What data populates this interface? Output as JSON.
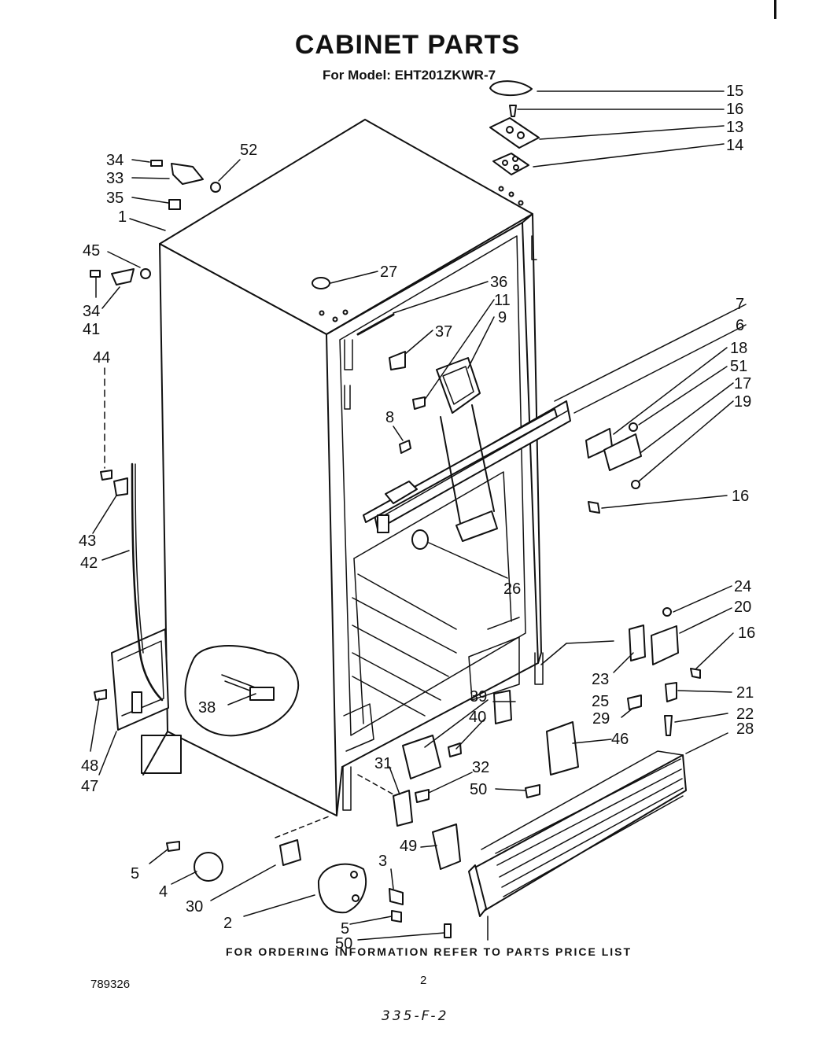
{
  "header": {
    "title": "CABINET PARTS",
    "model": "For Model: EHT201ZKWR-7"
  },
  "footer": {
    "ordering_note": "FOR ORDERING INFORMATION REFER TO PARTS PRICE LIST",
    "doc_number": "789326",
    "page_number": "2",
    "handwritten_ref": "335-F-2"
  },
  "callouts": [
    {
      "id": "c15",
      "label": "15"
    },
    {
      "id": "c16a",
      "label": "16"
    },
    {
      "id": "c13",
      "label": "13"
    },
    {
      "id": "c14",
      "label": "14"
    },
    {
      "id": "c34a",
      "label": "34"
    },
    {
      "id": "c52",
      "label": "52"
    },
    {
      "id": "c33",
      "label": "33"
    },
    {
      "id": "c35",
      "label": "35"
    },
    {
      "id": "c1",
      "label": "1"
    },
    {
      "id": "c45",
      "label": "45"
    },
    {
      "id": "c27",
      "label": "27"
    },
    {
      "id": "c36",
      "label": "36"
    },
    {
      "id": "c34b",
      "label": "34"
    },
    {
      "id": "c41",
      "label": "41"
    },
    {
      "id": "c11",
      "label": "11"
    },
    {
      "id": "c9",
      "label": "9"
    },
    {
      "id": "c7",
      "label": "7"
    },
    {
      "id": "c6",
      "label": "6"
    },
    {
      "id": "c37",
      "label": "37"
    },
    {
      "id": "c18",
      "label": "18"
    },
    {
      "id": "c51",
      "label": "51"
    },
    {
      "id": "c17",
      "label": "17"
    },
    {
      "id": "c19",
      "label": "19"
    },
    {
      "id": "c44",
      "label": "44"
    },
    {
      "id": "c8",
      "label": "8"
    },
    {
      "id": "c16b",
      "label": "16"
    },
    {
      "id": "c43",
      "label": "43"
    },
    {
      "id": "c42",
      "label": "42"
    },
    {
      "id": "c26",
      "label": "26"
    },
    {
      "id": "c24",
      "label": "24"
    },
    {
      "id": "c20",
      "label": "20"
    },
    {
      "id": "c16c",
      "label": "16"
    },
    {
      "id": "c23",
      "label": "23"
    },
    {
      "id": "c21",
      "label": "21"
    },
    {
      "id": "c38",
      "label": "38"
    },
    {
      "id": "c39",
      "label": "39"
    },
    {
      "id": "c25",
      "label": "25"
    },
    {
      "id": "c40",
      "label": "40"
    },
    {
      "id": "c29",
      "label": "29"
    },
    {
      "id": "c22",
      "label": "22"
    },
    {
      "id": "c48",
      "label": "48"
    },
    {
      "id": "c46",
      "label": "46"
    },
    {
      "id": "c28",
      "label": "28"
    },
    {
      "id": "c47",
      "label": "47"
    },
    {
      "id": "c31",
      "label": "31"
    },
    {
      "id": "c32",
      "label": "32"
    },
    {
      "id": "c50a",
      "label": "50"
    },
    {
      "id": "c49",
      "label": "49"
    },
    {
      "id": "c5a",
      "label": "5"
    },
    {
      "id": "c3",
      "label": "3"
    },
    {
      "id": "c4",
      "label": "4"
    },
    {
      "id": "c30",
      "label": "30"
    },
    {
      "id": "c2",
      "label": "2"
    },
    {
      "id": "c5b",
      "label": "5"
    },
    {
      "id": "c50b",
      "label": "50"
    }
  ]
}
